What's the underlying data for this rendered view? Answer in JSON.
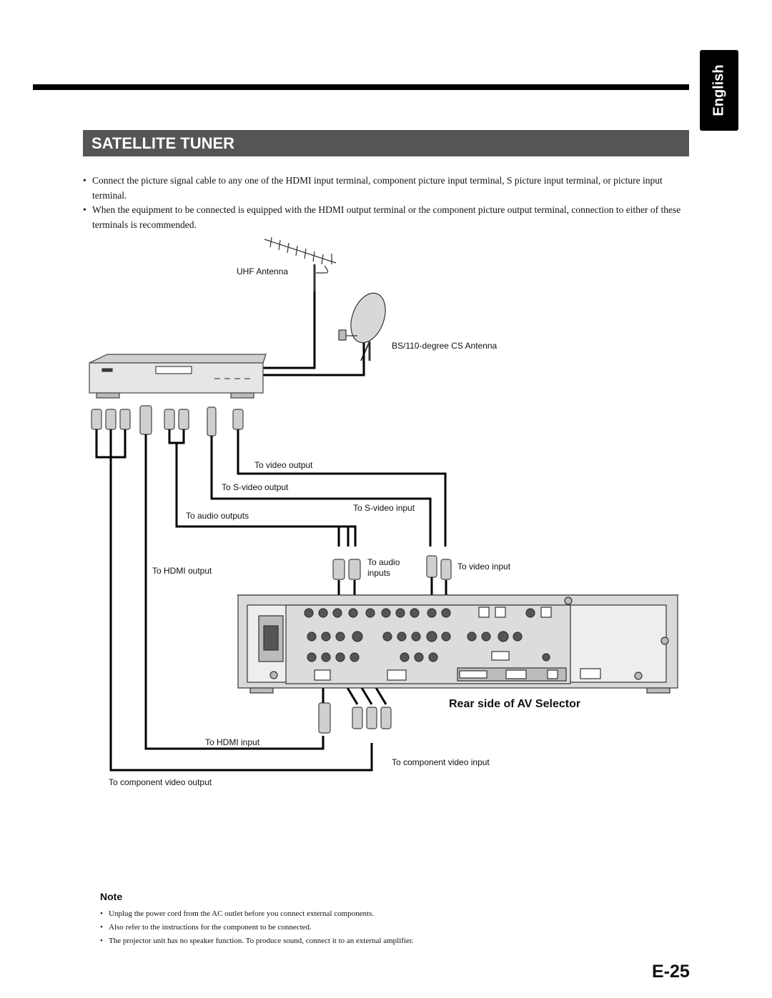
{
  "language_tab": "English",
  "section_title": "SATELLITE TUNER",
  "instructions": [
    "Connect the picture signal cable to any one of the HDMI input terminal, component picture input terminal, S picture input terminal, or picture input terminal.",
    "When the equipment to be connected is equipped with the HDMI output terminal or the component picture output terminal, connection to either of these terminals is recommended."
  ],
  "diagram": {
    "uhf_antenna": "UHF Antenna",
    "bs_antenna": "BS/110-degree CS Antenna",
    "to_video_output": "To video output",
    "to_s_video_output": "To S-video output",
    "to_audio_outputs": "To audio outputs",
    "to_s_video_input": "To S-video input",
    "to_hdmi_output": "To HDMI output",
    "to_audio_inputs_1": "To audio",
    "to_audio_inputs_2": "inputs",
    "to_video_input": "To video input",
    "rear_side_label": "Rear side of AV Selector",
    "to_hdmi_input": "To HDMI input",
    "to_component_video_input": "To component video input",
    "to_component_video_output": "To component video output"
  },
  "note": {
    "heading": "Note",
    "items": [
      "Unplug the power cord from the AC outlet before you connect external components.",
      "Also refer to the instructions for the component to be connected.",
      "The projector unit has no speaker function. To produce sound, connect it to an external amplifier."
    ]
  },
  "page_number": "E-25"
}
